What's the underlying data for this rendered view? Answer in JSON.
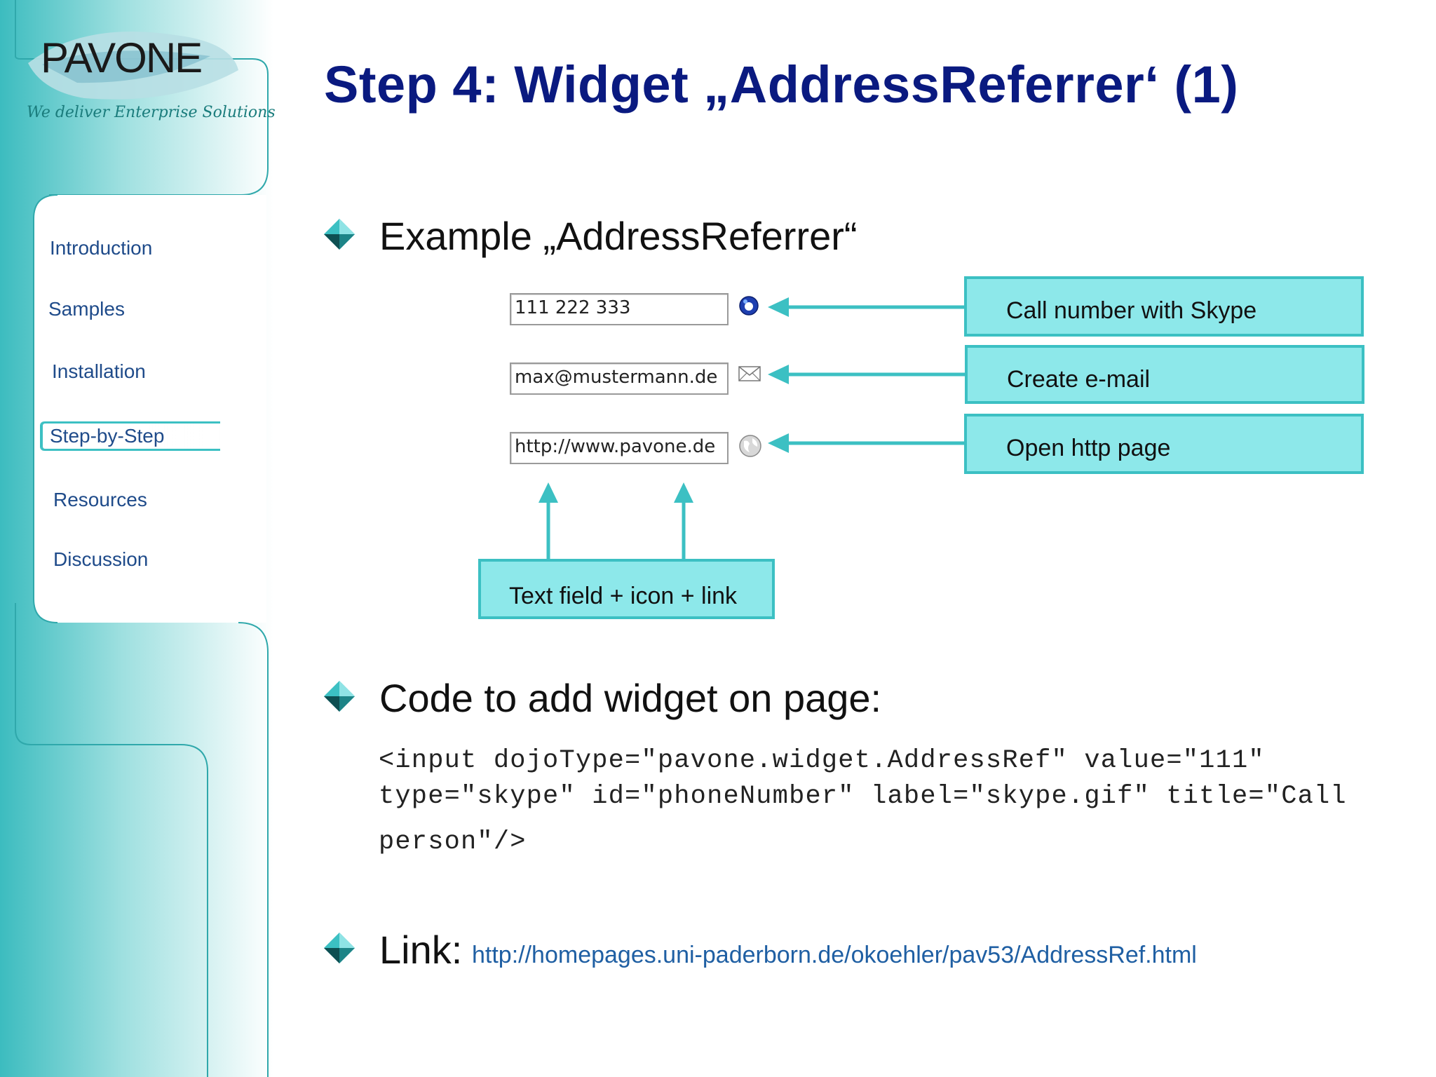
{
  "logo": {
    "brand": "PAVONE",
    "tagline": "We deliver Enterprise Solutions"
  },
  "sidebar": {
    "items": [
      {
        "label": "Introduction"
      },
      {
        "label": "Samples"
      },
      {
        "label": "Installation"
      },
      {
        "label": "Step-by-Step"
      },
      {
        "label": "Resources"
      },
      {
        "label": "Discussion"
      }
    ],
    "active": "Step-by-Step"
  },
  "title": "Step 4: Widget „AddressReferrer‘ (1)",
  "example": {
    "heading": "Example „AddressReferrer“",
    "fields": [
      {
        "value": "111 222 333",
        "icon": "skype-icon"
      },
      {
        "value": "max@mustermann.de",
        "icon": "envelope-icon"
      },
      {
        "value": "http://www.pavone.de",
        "icon": "globe-icon"
      }
    ],
    "callouts": {
      "skype": "Call number with Skype",
      "email": "Create e-mail",
      "http": "Open http page",
      "textfield": "Text field + icon + link"
    }
  },
  "code_section": {
    "heading": "Code to add widget on page:",
    "lines": [
      "<input dojoType=\"pavone.widget.AddressRef\" value=\"111\"",
      "type=\"skype\" id=\"phoneNumber\" label=\"skype.gif\" title=\"Call",
      "person\"/>"
    ]
  },
  "link_section": {
    "label": "Link:",
    "url": "http://homepages.uni-paderborn.de/okoehler/pav53/AddressRef.html"
  },
  "colors": {
    "title": "#0a1a80",
    "teal": "#3cc0c3",
    "callout_fill": "#8de8ea",
    "nav_text": "#1f4b8a",
    "link": "#1f5fa3"
  }
}
